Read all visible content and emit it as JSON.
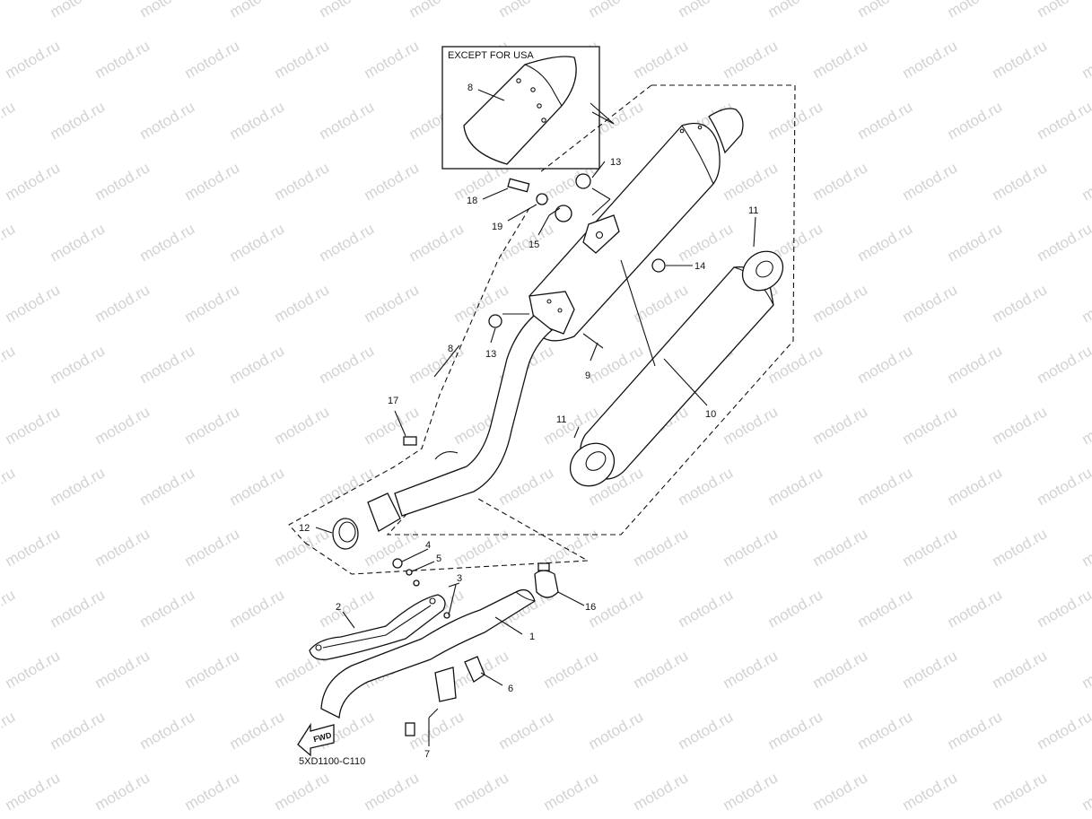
{
  "watermark": "motod.ru",
  "diagram_code": "5XD1100-C110",
  "inset": {
    "title": "EXCEPT FOR USA",
    "part": "8"
  },
  "fwd_label": "FWD",
  "callouts": [
    {
      "id": "c1",
      "label": "1"
    },
    {
      "id": "c2",
      "label": "2"
    },
    {
      "id": "c3",
      "label": "3"
    },
    {
      "id": "c4",
      "label": "4"
    },
    {
      "id": "c5",
      "label": "5"
    },
    {
      "id": "c6",
      "label": "6"
    },
    {
      "id": "c7",
      "label": "7"
    },
    {
      "id": "c8",
      "label": "8"
    },
    {
      "id": "c9",
      "label": "9"
    },
    {
      "id": "c10",
      "label": "10"
    },
    {
      "id": "c11a",
      "label": "11"
    },
    {
      "id": "c11b",
      "label": "11"
    },
    {
      "id": "c12",
      "label": "12"
    },
    {
      "id": "c13a",
      "label": "13"
    },
    {
      "id": "c13b",
      "label": "13"
    },
    {
      "id": "c14",
      "label": "14"
    },
    {
      "id": "c15",
      "label": "15"
    },
    {
      "id": "c16",
      "label": "16"
    },
    {
      "id": "c17",
      "label": "17"
    },
    {
      "id": "c18",
      "label": "18"
    },
    {
      "id": "c19",
      "label": "19"
    }
  ]
}
